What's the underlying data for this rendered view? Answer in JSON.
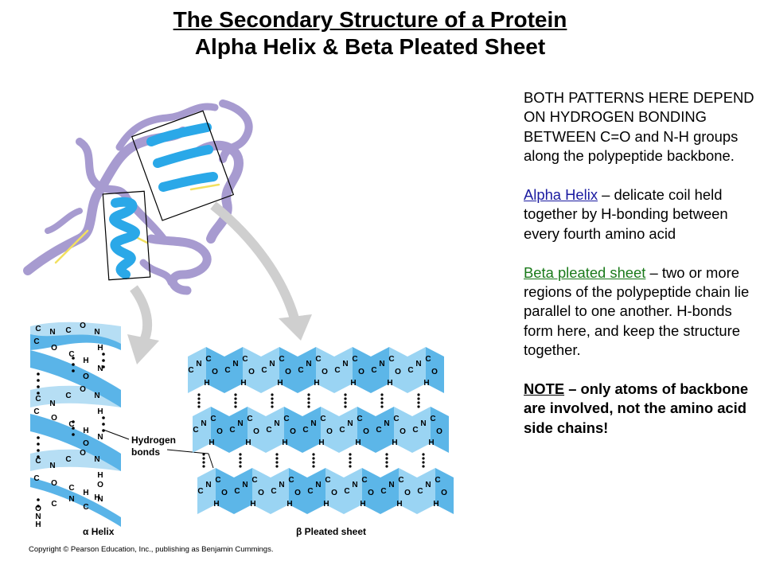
{
  "title": {
    "line1": "The Secondary Structure of a Protein",
    "line2": "Alpha Helix & Beta Pleated Sheet"
  },
  "text": {
    "intro": "BOTH PATTERNS HERE DEPEND ON HYDROGEN BONDING BETWEEN C=O and N-H groups along the polypeptide backbone.",
    "helix_term": "Alpha Helix",
    "helix_desc": " – delicate coil held together by H-bonding between every fourth amino acid",
    "sheet_term": "Beta pleated sheet",
    "sheet_desc": " – two or more regions of the polypeptide chain lie parallel to one another.  H-bonds form here, and keep the structure together.",
    "note_term": "NOTE",
    "note_desc": " – only atoms of backbone are involved, not the amino acid side chains!"
  },
  "figure": {
    "hbond_label_line1": "Hydrogen",
    "hbond_label_line2": "bonds",
    "helix_label": "α Helix",
    "sheet_label": "β Pleated sheet",
    "copyright": "Copyright © Pearson Education, Inc., publishing as Benjamin Cummings.",
    "helix_atoms": [
      "C",
      "N",
      "C",
      "O",
      "N",
      "H",
      "C",
      "O",
      "C",
      "H",
      "N",
      "O",
      "C",
      "N",
      "C",
      "O",
      "N",
      "H",
      "C",
      "O",
      "C",
      "H",
      "N",
      "O",
      "C",
      "N",
      "C",
      "O",
      "N",
      "H",
      "C",
      "O",
      "C",
      "H",
      "N",
      "O",
      "C",
      "N",
      "C",
      "O",
      "N",
      "H",
      "H"
    ],
    "sheet_atoms": [
      "C",
      "N",
      "C",
      "O",
      "H",
      "C",
      "N",
      "C",
      "O",
      "H",
      "C",
      "N",
      "C",
      "O",
      "H",
      "C",
      "N",
      "C",
      "O",
      "H",
      "C",
      "N",
      "C",
      "O",
      "H",
      "C",
      "N",
      "C",
      "O",
      "H"
    ]
  },
  "colors": {
    "ribbon": "#a79bd0",
    "strand": "#2aa8e8",
    "helix_band": "#5ab4e8",
    "helix_band_light": "#b6def4",
    "sheet_panel": "#8fcff2",
    "sheet_panel_dark": "#4aaee6",
    "disulfide": "#f2e060",
    "arrow": "#cfcfcf",
    "helix_term": "#1a1aa0",
    "sheet_term": "#1a7a1a"
  },
  "icons": [
    "protein-ribbon-icon",
    "alpha-helix-icon",
    "pleated-sheet-icon",
    "arrow-icon"
  ]
}
